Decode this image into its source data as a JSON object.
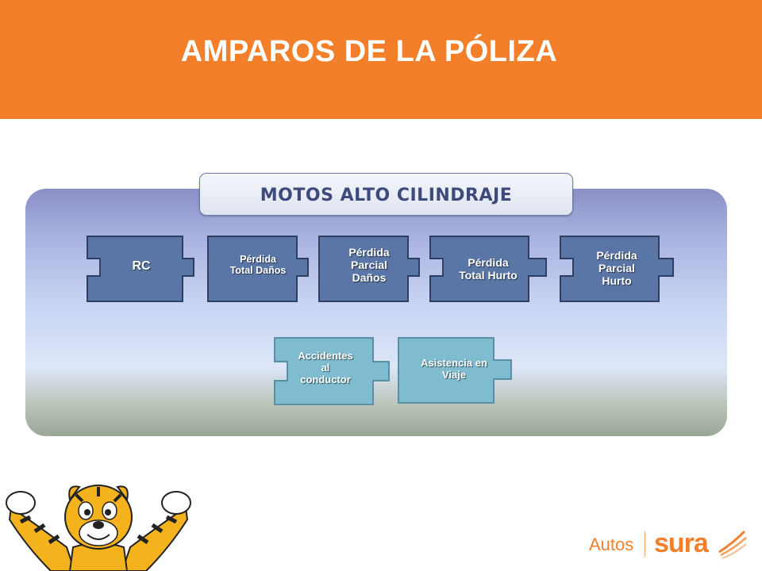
{
  "header": {
    "title": "AMPAROS DE LA PÓLIZA",
    "background_color": "#f47f2a"
  },
  "panel": {
    "label": "MOTOS ALTO CILINDRAJE",
    "label_color": "#3d4a7b"
  },
  "main_pieces": [
    {
      "lines": [
        "RC"
      ],
      "color": "#5a76a6"
    },
    {
      "lines": [
        "Pérdida",
        "Total Daños"
      ],
      "color": "#5a76a6"
    },
    {
      "lines": [
        "Pérdida",
        "Parcial",
        "Daños"
      ],
      "color": "#5a76a6"
    },
    {
      "lines": [
        "Pérdida",
        "Total Hurto"
      ],
      "color": "#5a76a6"
    },
    {
      "lines": [
        "Pérdida",
        "Parcial",
        "Hurto"
      ],
      "color": "#5a76a6"
    }
  ],
  "extra_pieces": [
    {
      "lines": [
        "Accidentes",
        "al",
        "conductor"
      ],
      "color": "#7fbcd0"
    },
    {
      "lines": [
        "Asistencia en",
        "Viaje"
      ],
      "color": "#7fbcd0"
    }
  ],
  "brand": {
    "category": "Autos",
    "name": "sura",
    "color": "#f47f2a"
  },
  "mascot": {
    "icon": "tiger-mascot-icon"
  }
}
